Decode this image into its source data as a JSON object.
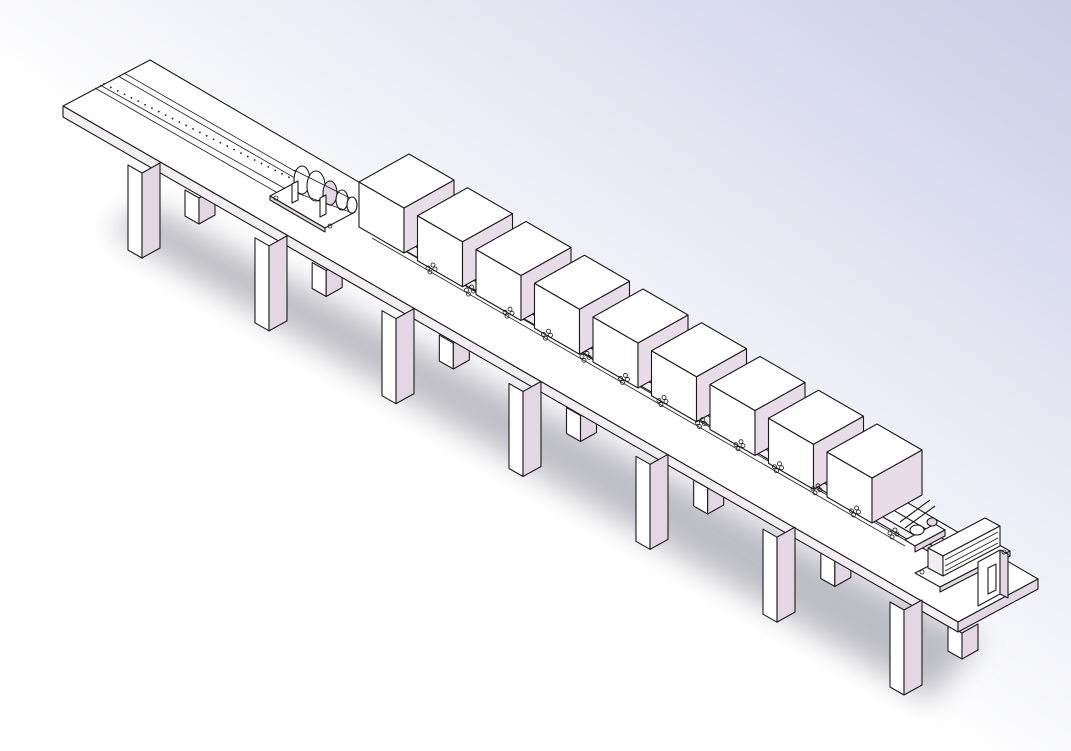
{
  "viewport": {
    "background_top": "#c9cde6",
    "background_bottom": "#ffffff",
    "shadow_color": "#8a8a96"
  },
  "model": {
    "material_face_color": "#ffffff",
    "leg_side_color": "#e3d7e3",
    "box_side_color": "#e8dce8",
    "edge_color": "#1a1a1a",
    "leg_count": 7,
    "box_count": 9,
    "bolt_pair_count": 13
  }
}
